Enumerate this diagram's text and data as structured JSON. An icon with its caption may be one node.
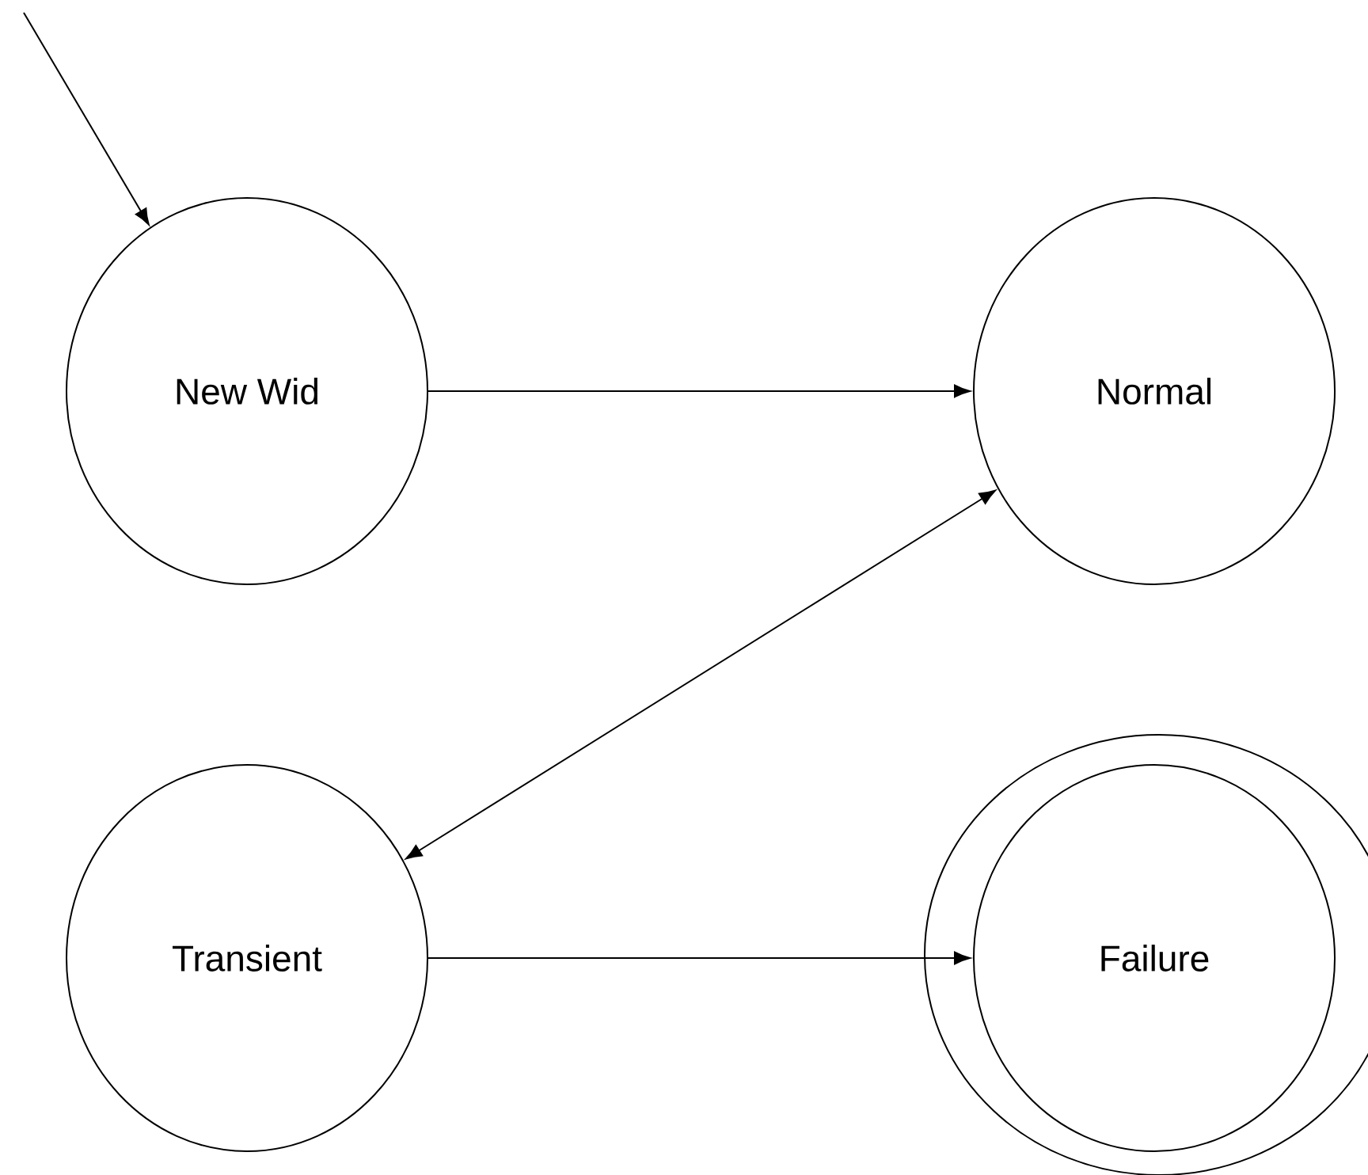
{
  "diagram": {
    "nodes": [
      {
        "text": [
          "New Wid"
        ]
      },
      {
        "text": [
          "Normal"
        ]
      },
      {
        "text": [
          "Transient"
        ]
      },
      {
        "text": [
          "Failure"
        ]
      }
    ],
    "edges": [
      {
        "from": null,
        "to": 0,
        "arrow": "to"
      },
      {
        "from": 0,
        "to": 1,
        "arrow": "to"
      },
      {
        "from": 1,
        "to": 2,
        "arrow": "both"
      },
      {
        "from": 2,
        "to": 3,
        "arrow": "to"
      }
    ]
  }
}
